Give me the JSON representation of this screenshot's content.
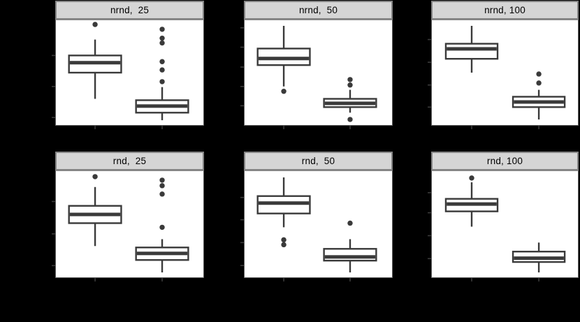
{
  "page": {
    "background_color": "#000000",
    "description": "Trellis (lattice-style) figure of grouped boxplots, 2 rows x 3 columns; outer margin is black with no visible axis labels"
  },
  "chart_data": {
    "type": "boxplot",
    "layout": "trellis 2 rows x 3 columns",
    "legend": "none",
    "grid": "off",
    "title": "",
    "xlabel": "",
    "ylabel": "",
    "axis_tick_labels_visible": false,
    "coordinate_note": "All y values are fractions of panel plot height (0 = top edge, 1 = bottom edge); cx is fraction of panel plot width. Read from pixels; no numeric axis labels are visible in the image.",
    "box_halfwidth": 0.178,
    "colors": {
      "line": "#3a3a3a",
      "box_fill": "#ffffff",
      "strip_bg": "#d5d5d5",
      "strip_border": "#848484",
      "panel_border": "#5f5f5f",
      "panel_bg": "#ffffff",
      "page_bg": "#000000"
    },
    "panels": [
      {
        "title": "nrnd,  25",
        "yticks": [
          0.336,
          0.632,
          0.928
        ],
        "boxes": [
          {
            "cx": 0.267,
            "whisker_top": 0.184,
            "box_top": 0.336,
            "median": 0.405,
            "box_bottom": 0.5,
            "whisker_bottom": 0.75,
            "outliers": [
              0.04
            ]
          },
          {
            "cx": 0.724,
            "whisker_top": 0.638,
            "box_top": 0.763,
            "median": 0.819,
            "box_bottom": 0.882,
            "whisker_bottom": 0.954,
            "outliers": [
              0.086,
              0.171,
              0.217,
              0.395,
              0.474,
              0.586
            ]
          }
        ]
      },
      {
        "title": "nrnd,  50",
        "yticks": [
          0.072,
          0.257,
          0.447,
          0.632,
          0.816
        ],
        "boxes": [
          {
            "cx": 0.267,
            "whisker_top": 0.053,
            "box_top": 0.27,
            "median": 0.365,
            "box_bottom": 0.428,
            "whisker_bottom": 0.632,
            "outliers": [
              0.678
            ]
          },
          {
            "cx": 0.719,
            "whisker_top": 0.664,
            "box_top": 0.75,
            "median": 0.793,
            "box_bottom": 0.829,
            "whisker_bottom": 0.882,
            "outliers": [
              0.566,
              0.618,
              0.947
            ]
          }
        ]
      },
      {
        "title": "nrnd, 100",
        "yticks": [
          0.184,
          0.401,
          0.618,
          0.829
        ],
        "boxes": [
          {
            "cx": 0.274,
            "whisker_top": 0.053,
            "box_top": 0.224,
            "median": 0.273,
            "box_bottom": 0.368,
            "whisker_bottom": 0.5,
            "outliers": []
          },
          {
            "cx": 0.736,
            "whisker_top": 0.664,
            "box_top": 0.73,
            "median": 0.78,
            "box_bottom": 0.829,
            "whisker_bottom": 0.947,
            "outliers": [
              0.513,
              0.599
            ]
          }
        ]
      },
      {
        "title": "rnd,  25",
        "yticks": [
          0.286,
          0.591,
          0.89
        ],
        "boxes": [
          {
            "cx": 0.267,
            "whisker_top": 0.15,
            "box_top": 0.327,
            "median": 0.408,
            "box_bottom": 0.49,
            "whisker_bottom": 0.706,
            "outliers": [
              0.052
            ]
          },
          {
            "cx": 0.724,
            "whisker_top": 0.641,
            "box_top": 0.719,
            "median": 0.775,
            "box_bottom": 0.837,
            "whisker_bottom": 0.954,
            "outliers": [
              0.085,
              0.137,
              0.216,
              0.529
            ]
          }
        ]
      },
      {
        "title": "rnd,  50",
        "yticks": [
          0.248,
          0.458,
          0.673,
          0.889
        ],
        "boxes": [
          {
            "cx": 0.267,
            "whisker_top": 0.059,
            "box_top": 0.235,
            "median": 0.301,
            "box_bottom": 0.399,
            "whisker_bottom": 0.529,
            "outliers": [
              0.647,
              0.693
            ]
          },
          {
            "cx": 0.719,
            "whisker_top": 0.641,
            "box_top": 0.732,
            "median": 0.808,
            "box_bottom": 0.843,
            "whisker_bottom": 0.954,
            "outliers": [
              0.49
            ]
          }
        ]
      },
      {
        "title": "rnd, 100",
        "yticks": [
          0.203,
          0.392,
          0.608,
          0.824
        ],
        "boxes": [
          {
            "cx": 0.274,
            "whisker_top": 0.105,
            "box_top": 0.261,
            "median": 0.31,
            "box_bottom": 0.379,
            "whisker_bottom": 0.523,
            "outliers": [
              0.065
            ]
          },
          {
            "cx": 0.736,
            "whisker_top": 0.673,
            "box_top": 0.758,
            "median": 0.82,
            "box_bottom": 0.856,
            "whisker_bottom": 0.954,
            "outliers": []
          }
        ]
      }
    ]
  }
}
